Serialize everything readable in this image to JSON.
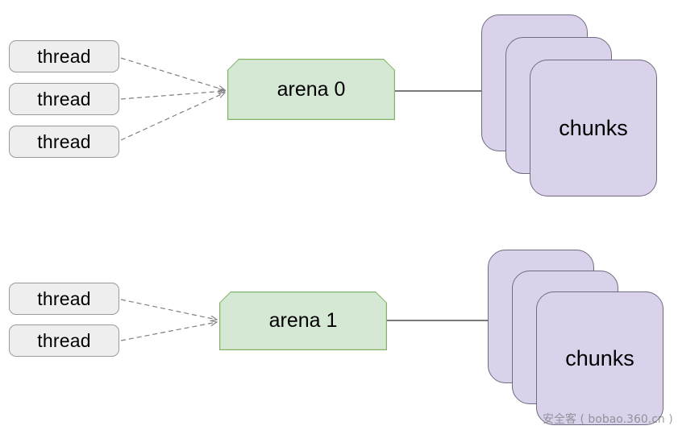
{
  "diagram": {
    "title": "glibc malloc arena and thread mapping diagram",
    "background_color": "#ffffff",
    "colors": {
      "thread_fill": "#eeeeee",
      "thread_stroke": "#9a9a9a",
      "arena_fill": "#d5e8d4",
      "arena_stroke": "#82b366",
      "chunk_fill": "#dad2ea",
      "chunk_stroke": "#6f6b80",
      "edge_dashed": "#808080",
      "edge_solid": "#4d4d4d"
    },
    "groups": [
      {
        "id": "arena-0-group",
        "threads": [
          {
            "label": "thread"
          },
          {
            "label": "thread"
          },
          {
            "label": "thread"
          }
        ],
        "arena": {
          "label": "arena 0"
        },
        "chunks": {
          "label": "chunks",
          "card_count": 3
        }
      },
      {
        "id": "arena-1-group",
        "threads": [
          {
            "label": "thread"
          },
          {
            "label": "thread"
          }
        ],
        "arena": {
          "label": "arena 1"
        },
        "chunks": {
          "label": "chunks",
          "card_count": 3
        }
      }
    ],
    "watermark": {
      "text": "安全客 ( bobao.360.cn )"
    }
  }
}
